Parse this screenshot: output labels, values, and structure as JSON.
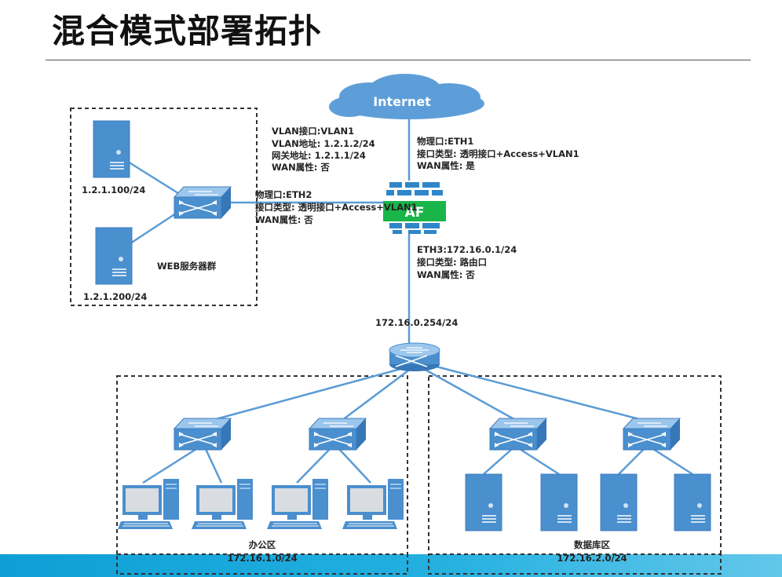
{
  "title": "混合模式部署拓扑",
  "internet": "Internet",
  "firewall": "AF",
  "vlan_info": [
    "VLAN接口:VLAN1",
    "VLAN地址: 1.2.1.2/24",
    "网关地址: 1.2.1.1/24",
    "WAN属性: 否"
  ],
  "eth1_info": [
    "物理口:ETH1",
    "接口类型: 透明接口+Access+VLAN1",
    "WAN属性: 是"
  ],
  "eth2_info": [
    "物理口:ETH2",
    "接口类型: 透明接口+Access+VLAN1",
    "WAN属性: 否"
  ],
  "eth3_info": [
    "ETH3:172.16.0.1/24",
    "接口类型: 路由口",
    "WAN属性: 否"
  ],
  "router_ip": "172.16.0.254/24",
  "web_group": {
    "name": "WEB服务器群",
    "server1_ip": "1.2.1.100/24",
    "server2_ip": "1.2.1.200/24"
  },
  "office_zone": {
    "name": "办公区",
    "subnet": "172.16.1.0/24"
  },
  "db_zone": {
    "name": "数据库区",
    "subnet": "172.16.2.0/24"
  },
  "colors": {
    "device": "#4a8fce",
    "device_light": "#9cc6ec",
    "line": "#5b9bd5",
    "cloud": "#5e9ed8",
    "af_green": "#19b548",
    "af_brick": "#2f86c9"
  }
}
